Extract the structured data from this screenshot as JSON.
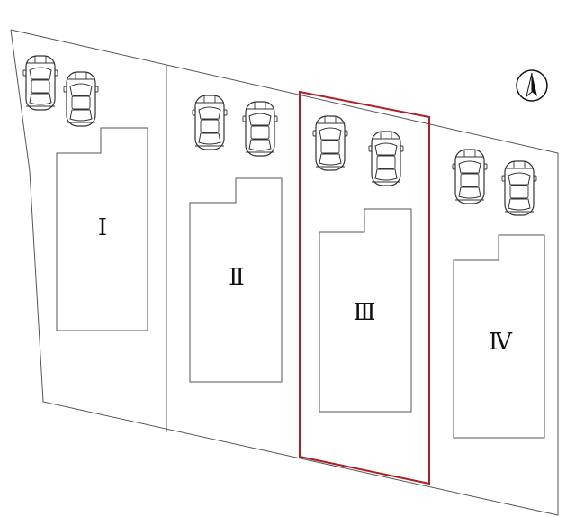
{
  "lots": [
    {
      "label": "Ⅰ",
      "highlighted": false
    },
    {
      "label": "Ⅱ",
      "highlighted": false
    },
    {
      "label": "Ⅲ",
      "highlighted": true
    },
    {
      "label": "Ⅳ",
      "highlighted": false
    }
  ],
  "compass": {
    "icon": "north-arrow-icon"
  },
  "colors": {
    "highlight": "#b01e23",
    "line": "#555555",
    "background": "#ffffff"
  }
}
